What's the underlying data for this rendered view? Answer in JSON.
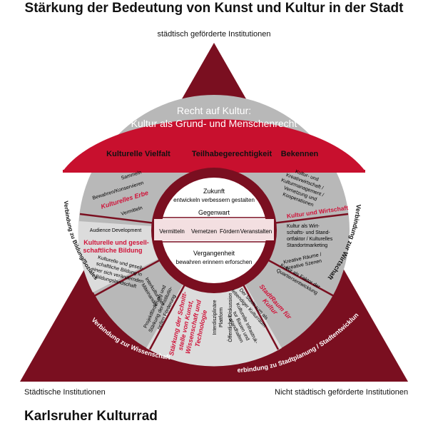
{
  "page_title": "Stärkung der Bedeutung von Kunst und Kultur in der Stadt",
  "bottom_title": "Karlsruher Kulturrad",
  "corner_labels": {
    "top": "städtisch geförderte Institutionen",
    "bottom_left": "Städtische Institutionen",
    "bottom_right": "Nicht städtisch geförderte Institutionen"
  },
  "dome": {
    "headline_1": "Recht auf Kultur:",
    "headline_2": "Kultur als Grund- und Menschenrecht",
    "values": [
      "Kulturelle Vielfalt",
      "Teilhabegerechtigkeit",
      "Bekennen"
    ]
  },
  "edge_labels": {
    "left": "Verbindung zu Bildung/Soziales",
    "right": "Verbindung zur Wirtschaft",
    "bottom_left": "Verbindung zur Wissenschaft",
    "bottom_right": "Verbindung zu Stadtplanung / Stadtentwicklung"
  },
  "center": {
    "future_1": "Zukunft",
    "future_2": "entwickeln verbessern gestalten",
    "present": "Gegenwart",
    "present_words": [
      "Vermitteln",
      "Vernetzen",
      "Fördern",
      "Veranstalten"
    ],
    "past_1": "Vergangenheit",
    "past_2": "bewahren erinnern erforschen"
  },
  "segments": {
    "erbe": {
      "title": "Kulturelles Erbe",
      "lines": [
        "Sammeln",
        "Bewahren/Konservieren",
        "Vermitteln"
      ]
    },
    "bildung": {
      "title_1": "Kulturelle und gesell-",
      "title_2": "schaftliche Bildung",
      "top": "Audience Development",
      "lines": [
        "Kulturelle und gesell-",
        "schaftliche Bildung in",
        "einer sich verändernden",
        "Bildungslandschaft"
      ],
      "extra_1": "Interkulturelles",
      "extra_2": "Miteinander"
    },
    "wirtschaft": {
      "title": "Kultur und Wirtschaft",
      "top_lines": [
        "Kultur- und",
        "Kreativwirtschaft /",
        "Kulturmanagement /",
        "Vernetzung und",
        "Kooperationen"
      ],
      "mid_lines": [
        "Kultur als Wirt-",
        "schafts- und Stand-",
        "ortfaktor / Kulturelles",
        "Standortmarketing"
      ],
      "bottom_lines": [
        "Kreative Räume /",
        "Kreative Szenen"
      ]
    },
    "stadtraum": {
      "title_1": "StadtRaum für",
      "title_2": "Kultur",
      "top_lines": [
        "Kultur als Faktor der",
        "Quartiersentwicklung"
      ],
      "lines": [
        "Der Stadtraum als",
        "lebendiger Kulturraum",
        "Kulturelle Infrastruk-",
        "tur Bauen und",
        "Instandhalten"
      ]
    },
    "wissenschaft": {
      "title_lines": [
        "Stärkung der Schnitt-",
        "stelle von Kunst,",
        "Wissenschaft und",
        "Technologie"
      ],
      "left_lines": [
        "Projektförderung und",
        "Stärkung der institutio-",
        "nellen Förderung"
      ],
      "right_lines": [
        "Interdisziplinäre",
        "Plattform",
        "Öffentliche Diskussion"
      ]
    }
  },
  "colors": {
    "crimson": "#c8102e",
    "maroon": "#7a0f20",
    "gray": "#b5b5b5",
    "light_gray": "#e2e2e2",
    "red_text": "#d0143a"
  }
}
